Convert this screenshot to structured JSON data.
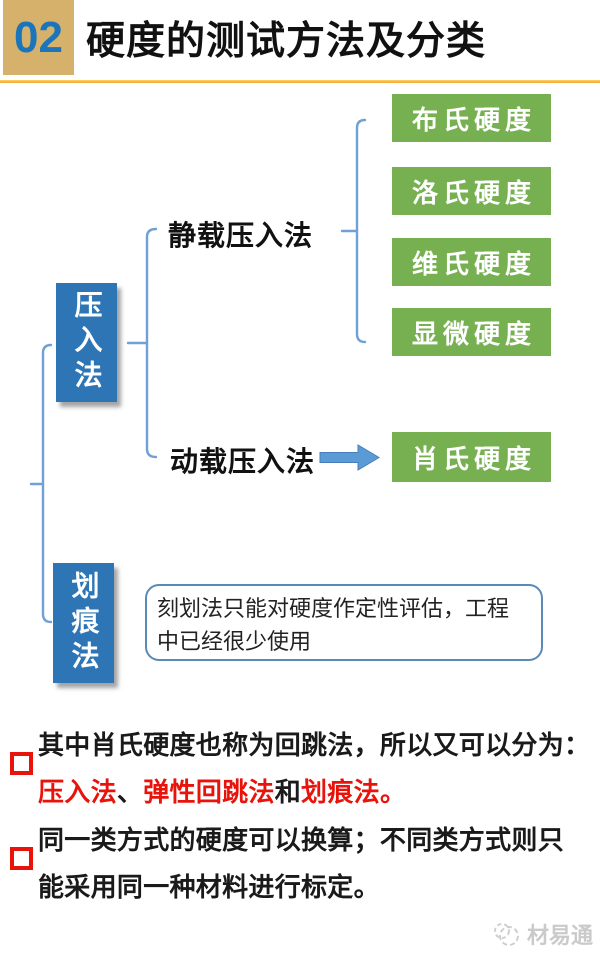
{
  "header": {
    "badge_number": "02",
    "title": "硬度的测试方法及分类"
  },
  "diagram": {
    "category_indentation": "压入法",
    "category_scratch": "划痕法",
    "method_static": "静载压入法",
    "method_dynamic": "动载压入法",
    "static_results": [
      "布氏硬度",
      "洛氏硬度",
      "维氏硬度",
      "显微硬度"
    ],
    "dynamic_result": "肖氏硬度",
    "scratch_note": {
      "line1": "刻划法只能对硬度作定性评估，工程",
      "line2": "中已经很少使用"
    }
  },
  "bullets": [
    {
      "line1": [
        {
          "text": "其中肖氏硬度也称为回跳法，所以又可以分为：",
          "red": false
        }
      ],
      "line2": [
        {
          "text": "压入法",
          "red": true
        },
        {
          "text": "、",
          "red": false
        },
        {
          "text": "弹性回跳法",
          "red": true
        },
        {
          "text": "和",
          "red": false
        },
        {
          "text": "划痕法",
          "red": true
        },
        {
          "text": "。",
          "red": true
        }
      ]
    },
    {
      "line1": [
        {
          "text": "同一类方式的硬度可以换算；不同类方式则只",
          "red": false
        }
      ],
      "line2": [
        {
          "text": "能采用同一种材料进行标定。",
          "red": false
        }
      ]
    }
  ],
  "watermark": {
    "brand": "材易通"
  },
  "colors": {
    "category_blue": "#2E75B6",
    "leaf_green": "#76B051",
    "connector_blue": "#6FA0D6",
    "arrow_blue": "#5B9BD5",
    "gold_bar": "#EFA733",
    "badge_tan": "#D6B16B",
    "badge_number_blue": "#1B75BB",
    "highlight_red": "#E8140C",
    "watermark_gray": "#CACACA"
  }
}
